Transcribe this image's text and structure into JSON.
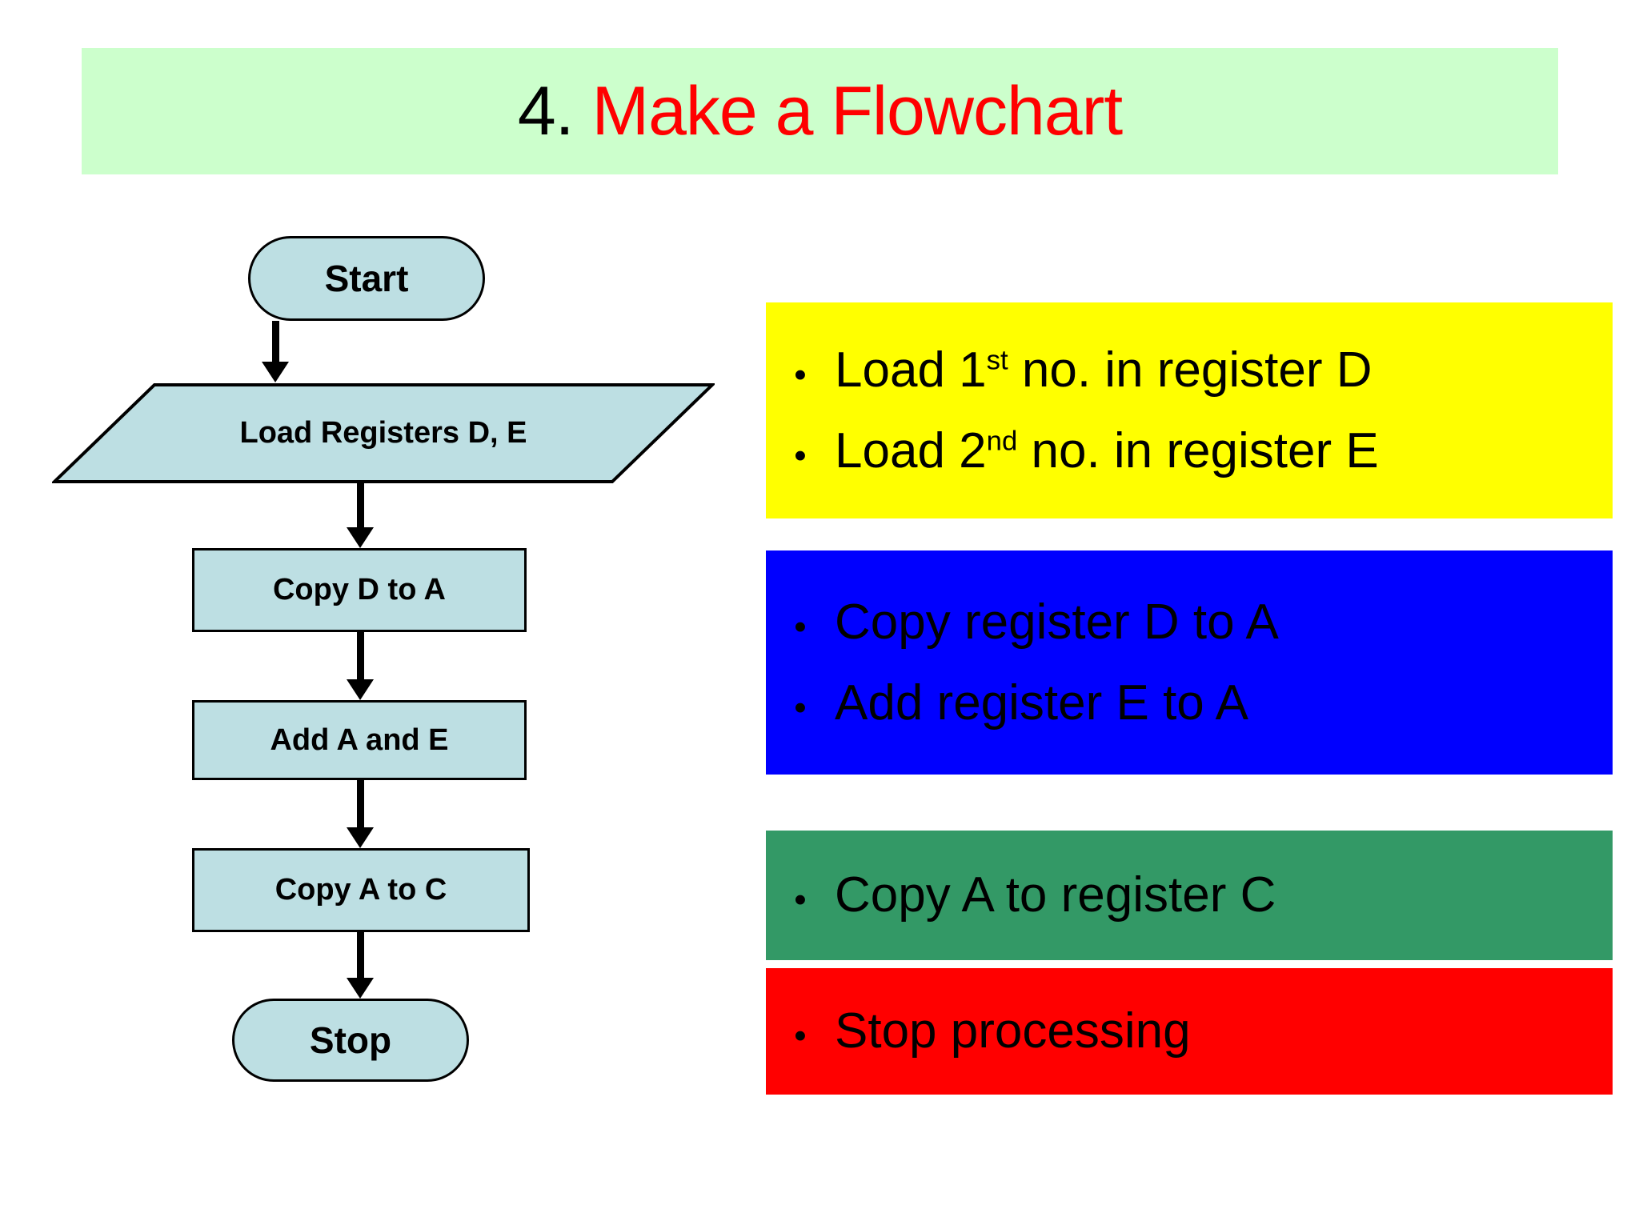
{
  "slide": {
    "background_color": "#ffffff",
    "title": {
      "number": "4. ",
      "main": "Make a Flowchart",
      "banner_color": "#ccffcc",
      "number_color": "#000000",
      "main_color": "#ff0000"
    }
  },
  "flowchart": {
    "shape_fill": "#bddfe3",
    "shape_stroke": "#000000",
    "nodes": [
      {
        "id": "start",
        "type": "terminal",
        "label": "Start"
      },
      {
        "id": "load",
        "type": "input-output",
        "label": "Load Registers D, E"
      },
      {
        "id": "copyda",
        "type": "process",
        "label": "Copy D to A"
      },
      {
        "id": "addae",
        "type": "process",
        "label": "Add A and E"
      },
      {
        "id": "copyac",
        "type": "process",
        "label": "Copy A to C"
      },
      {
        "id": "stop",
        "type": "terminal",
        "label": "Stop"
      }
    ]
  },
  "notes": [
    {
      "id": "yellow",
      "color": "#ffff00",
      "bullet": "•",
      "lines": [
        {
          "pre": "Load 1",
          "sup": "st",
          "post": " no. in register D"
        },
        {
          "pre": "Load 2",
          "sup": "nd",
          "post": " no. in register E"
        }
      ]
    },
    {
      "id": "blue",
      "color": "#0000ff",
      "bullet": "•",
      "lines": [
        {
          "pre": "Copy register D to A",
          "sup": "",
          "post": ""
        },
        {
          "pre": "Add register E to A",
          "sup": "",
          "post": ""
        }
      ]
    },
    {
      "id": "green",
      "color": "#339966",
      "bullet": "•",
      "lines": [
        {
          "pre": "Copy A to register C",
          "sup": "",
          "post": ""
        }
      ]
    },
    {
      "id": "red",
      "color": "#ff0000",
      "bullet": "•",
      "lines": [
        {
          "pre": "Stop processing",
          "sup": "",
          "post": ""
        }
      ]
    }
  ]
}
